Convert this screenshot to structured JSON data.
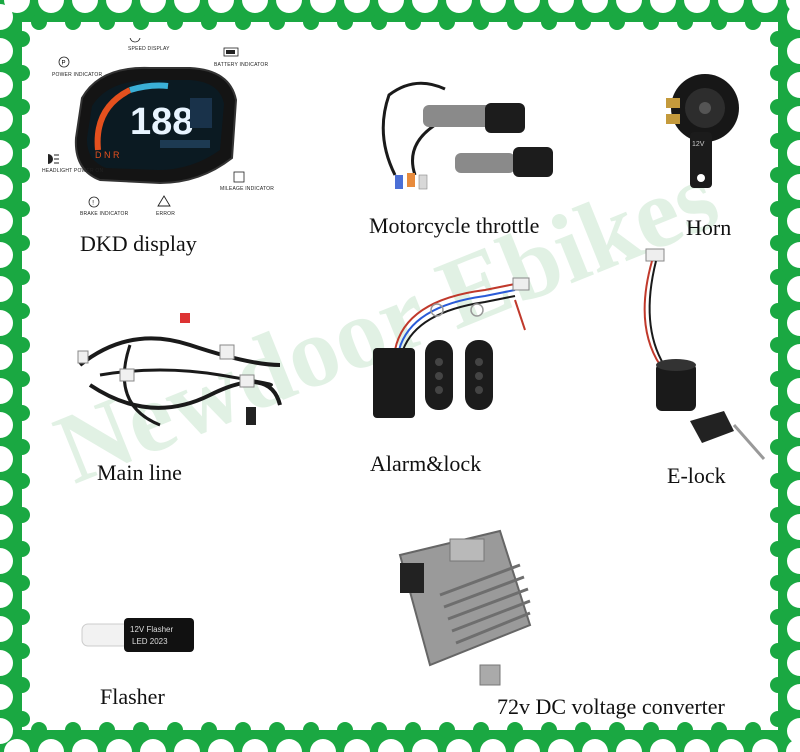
{
  "colors": {
    "frame_green": "#1aa842",
    "background": "#ffffff",
    "watermark": "#78be82"
  },
  "watermark": "Newdoor Ebikes",
  "display_labels": {
    "speed": "SPEED DISPLAY",
    "power": "POWER INDICATOR",
    "battery": "BATTERY INDICATOR",
    "headlight": "HEADLIGHT POWER ON",
    "mileage": "MILEAGE INDICATOR",
    "brake": "BRAKE INDICATOR",
    "error": "ERROR",
    "digits": "188",
    "gear": "D N R"
  },
  "flasher_label": {
    "line1": "12V Flasher",
    "line2": "LED 2023"
  },
  "horn_label": "12V",
  "products": [
    {
      "caption": "DKD display"
    },
    {
      "caption": "Motorcycle throttle"
    },
    {
      "caption": "Horn"
    },
    {
      "caption": "Main line"
    },
    {
      "caption": "Alarm&lock"
    },
    {
      "caption": "E-lock"
    },
    {
      "caption": "Flasher"
    },
    {
      "caption": "72v DC voltage converter"
    }
  ]
}
